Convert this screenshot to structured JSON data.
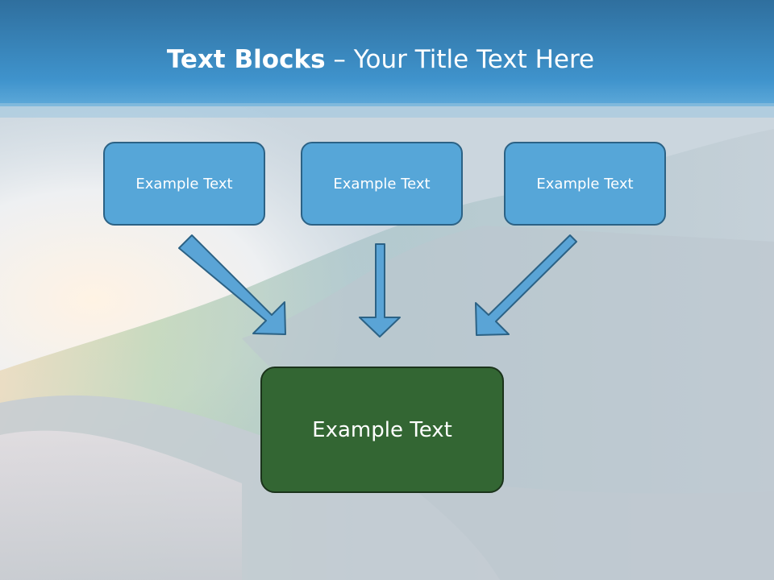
{
  "title": {
    "bold": "Text Blocks",
    "rest": " – Your Title Text Here"
  },
  "boxes": {
    "top": [
      "Example Text",
      "Example Text",
      "Example Text"
    ],
    "bottom": "Example Text"
  },
  "colors": {
    "header": "#3d8cc4",
    "top_box_fill": "#56a6d8",
    "top_box_border": "#2c6285",
    "bottom_box_fill": "#336633",
    "arrow_fill": "#5aa4d6"
  }
}
